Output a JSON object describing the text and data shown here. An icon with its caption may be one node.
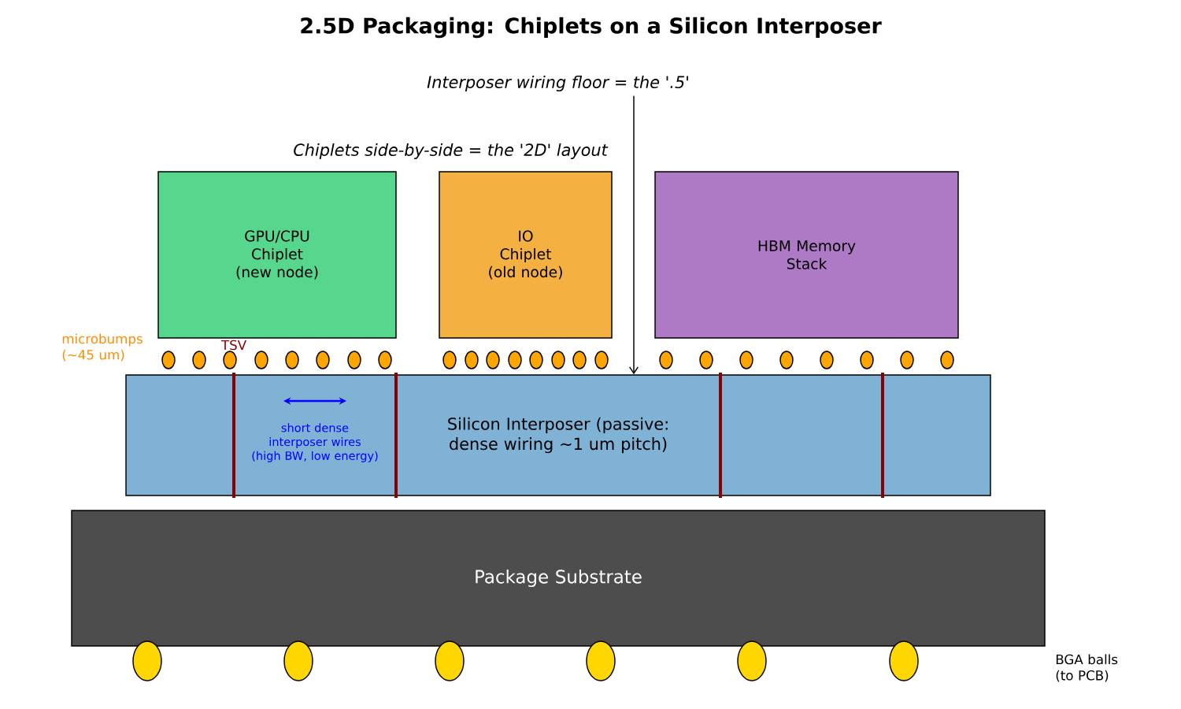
{
  "diagram": {
    "title": "2.5D Packaging: Chiplets on a Silicon Interposer",
    "nodes": [
      {
        "text": [
          "Interposer wiring floor = the '.5'"
        ]
      },
      {
        "text": [
          "GPU/CPU Chiplet (new node)"
        ]
      },
      {
        "text": [
          "IO Chiplet (old node)"
        ]
      },
      {
        "text": [
          "HBM Memory Stack"
        ]
      },
      {
        "text": [
          "Silicon Interposer (passive: dense wiring ~1 um pitch)"
        ]
      },
      {
        "text": [
          "Package Substrate"
        ]
      }
    ],
    "edges": [
      {
        "from": 0,
        "to": 4,
        "arrow": "to"
      }
    ],
    "labels": [
      "Chiplets side-by-side = the '2D' layout",
      "microbumps (~45 um)",
      "TSV",
      "short dense interposer wires (high BW, low energy)",
      "BGA balls (to PCB)"
    ]
  }
}
